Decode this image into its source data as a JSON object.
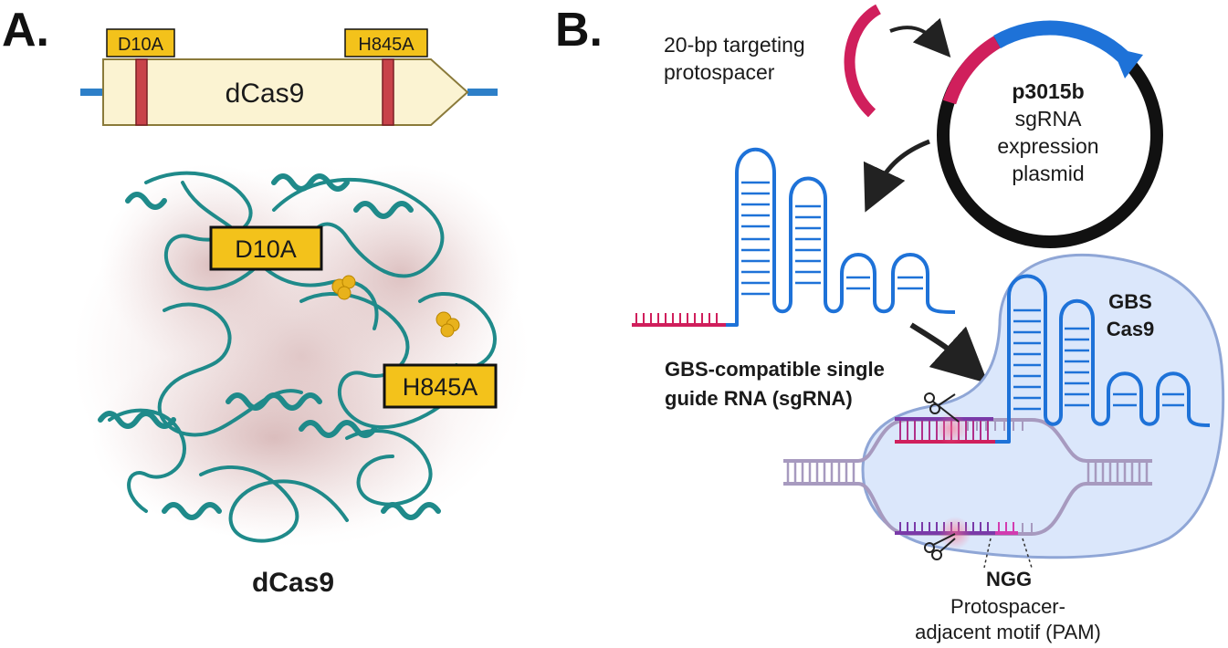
{
  "panel_a": {
    "letter": "A.",
    "gene_label": "dCas9",
    "mut1": "D10A",
    "mut2": "H845A",
    "struct_mut1": "D10A",
    "struct_mut2": "H845A",
    "caption": "dCas9"
  },
  "panel_b": {
    "letter": "B.",
    "protospacer_line1": "20-bp targeting",
    "protospacer_line2": "protospacer",
    "plasmid_name": "p3015b",
    "plasmid_line2": "sgRNA",
    "plasmid_line3": "expression",
    "plasmid_line4": "plasmid",
    "sgrna_line1": "GBS-compatible single",
    "sgrna_line2": "guide RNA (sgRNA)",
    "cas9_line1": "GBS",
    "cas9_line2": "Cas9",
    "pam_code": "NGG",
    "pam_line1": "Protospacer-",
    "pam_line2": "adjacent motif (PAM)"
  },
  "colors": {
    "protein_teal": "#1f8a8a",
    "mutation_red": "#c8434a",
    "tag_yellow": "#f3c21b",
    "rna_blue": "#1e72d8",
    "protospacer_pink": "#d01f5c",
    "dna_lilac": "#a79abf",
    "cas9_fill": "#dbe7fb",
    "plasmid_black": "#111111"
  }
}
